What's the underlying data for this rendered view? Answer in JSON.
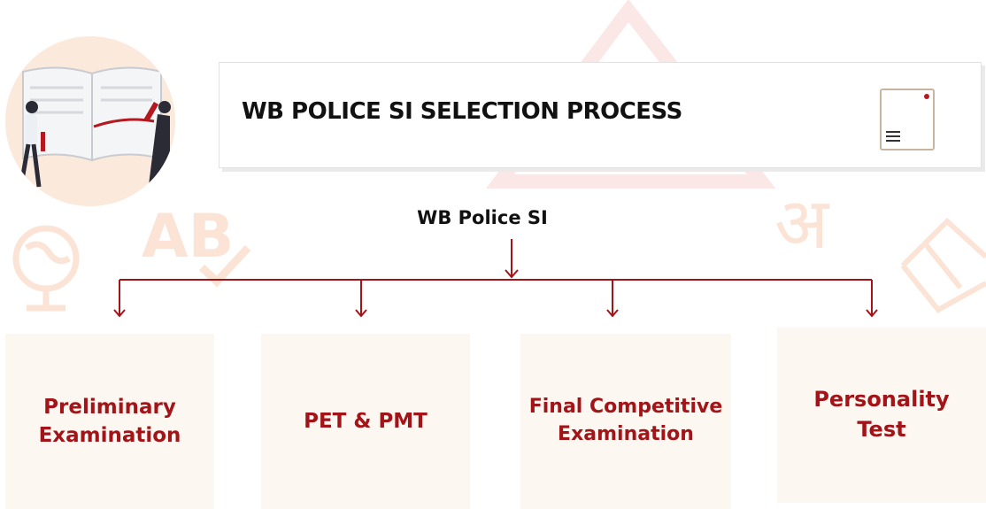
{
  "header": {
    "title": "WB POLICE SI SELECTION PROCESS",
    "icon": "document-icon"
  },
  "tree": {
    "root": "WB Police SI",
    "stages": [
      {
        "label": "Preliminary\nExamination"
      },
      {
        "label": "PET & PMT"
      },
      {
        "label": "Final Competitive\nExamination"
      },
      {
        "label": "Personality\nTest"
      }
    ]
  },
  "watermark": {
    "hindi_letter": "अ",
    "abc_letters": "AB"
  },
  "colors": {
    "accent": "#a31419",
    "connector": "#a31419",
    "box_bg": "#fdf7f1",
    "watermark": "#fbe4d6",
    "hero_bg": "#fbe9dc"
  }
}
